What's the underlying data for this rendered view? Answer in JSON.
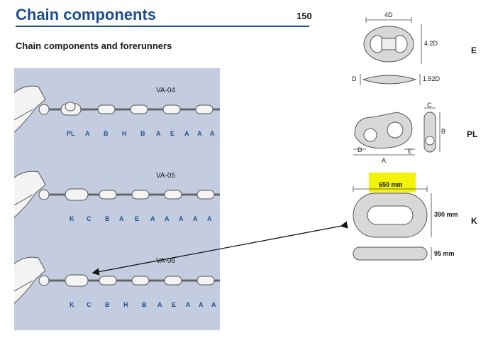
{
  "header": {
    "title": "Chain components",
    "page_number": "150",
    "subtitle": "Chain components and forerunners"
  },
  "chains": [
    {
      "label": "VA-04",
      "letters": [
        "PL",
        "A",
        "B",
        "H",
        "B",
        "A",
        "E",
        "A",
        "A",
        "A"
      ]
    },
    {
      "label": "VA-05",
      "letters": [
        "K",
        "C",
        "B",
        "A",
        "E",
        "A",
        "A",
        "A",
        "A",
        "A"
      ]
    },
    {
      "label": "VA-06",
      "letters": [
        "K",
        "C",
        "B",
        "H",
        "B",
        "A",
        "E",
        "A",
        "A",
        "A"
      ]
    }
  ],
  "components": {
    "E": {
      "code": "E",
      "width_label": "4D",
      "height_label": "4.2D",
      "side_d_label": "D",
      "side_height_label": "1.52D"
    },
    "PL": {
      "code": "PL",
      "label_a": "A",
      "label_b": "B",
      "label_c": "C",
      "label_d": "D",
      "label_e": "E"
    },
    "K": {
      "code": "K",
      "width_label": "650 mm",
      "height_label": "390 mm",
      "side_label": "95 mm"
    }
  },
  "colors": {
    "brand": "#1d4f8e",
    "panel": "#c4cde0",
    "highlight": "#f2f20a"
  }
}
